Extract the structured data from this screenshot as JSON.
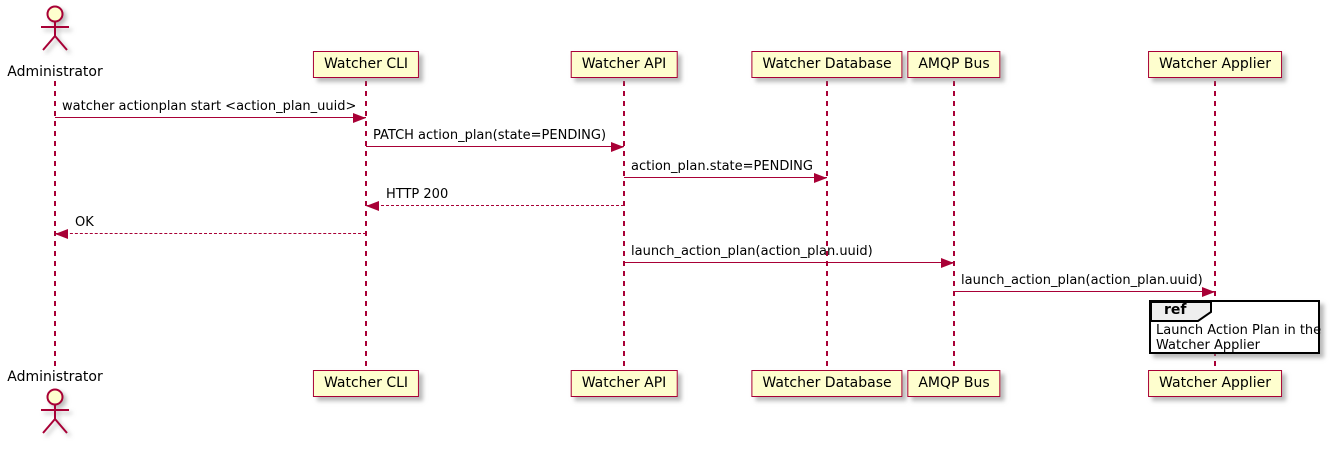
{
  "diagram": {
    "actor": {
      "name": "Administrator"
    },
    "participants": [
      {
        "label": "Watcher CLI"
      },
      {
        "label": "Watcher API"
      },
      {
        "label": "Watcher Database"
      },
      {
        "label": "AMQP Bus"
      },
      {
        "label": "Watcher Applier"
      }
    ],
    "messages": [
      {
        "label": "watcher actionplan start <action_plan_uuid>",
        "from": "Administrator",
        "to": "Watcher CLI",
        "line": "solid"
      },
      {
        "label": "PATCH action_plan(state=PENDING)",
        "from": "Watcher CLI",
        "to": "Watcher API",
        "line": "solid"
      },
      {
        "label": "action_plan.state=PENDING",
        "from": "Watcher API",
        "to": "Watcher Database",
        "line": "solid"
      },
      {
        "label": "HTTP 200",
        "from": "Watcher API",
        "to": "Watcher CLI",
        "line": "dashed"
      },
      {
        "label": "OK",
        "from": "Watcher CLI",
        "to": "Administrator",
        "line": "dashed"
      },
      {
        "label": "launch_action_plan(action_plan.uuid)",
        "from": "Watcher API",
        "to": "AMQP Bus",
        "line": "solid"
      },
      {
        "label": "launch_action_plan(action_plan.uuid)",
        "from": "AMQP Bus",
        "to": "Watcher Applier",
        "line": "solid"
      }
    ],
    "ref": {
      "keyword": "ref",
      "line1": "Launch Action Plan in the",
      "line2": "Watcher Applier"
    },
    "colors": {
      "participant_fill": "#FEFECE",
      "participant_border": "#A80036",
      "line_color": "#A80036",
      "text_color": "#000000",
      "ref_border": "#000000",
      "ref_header_fill": "#EEEEEE",
      "background": "#FFFFFF"
    }
  }
}
